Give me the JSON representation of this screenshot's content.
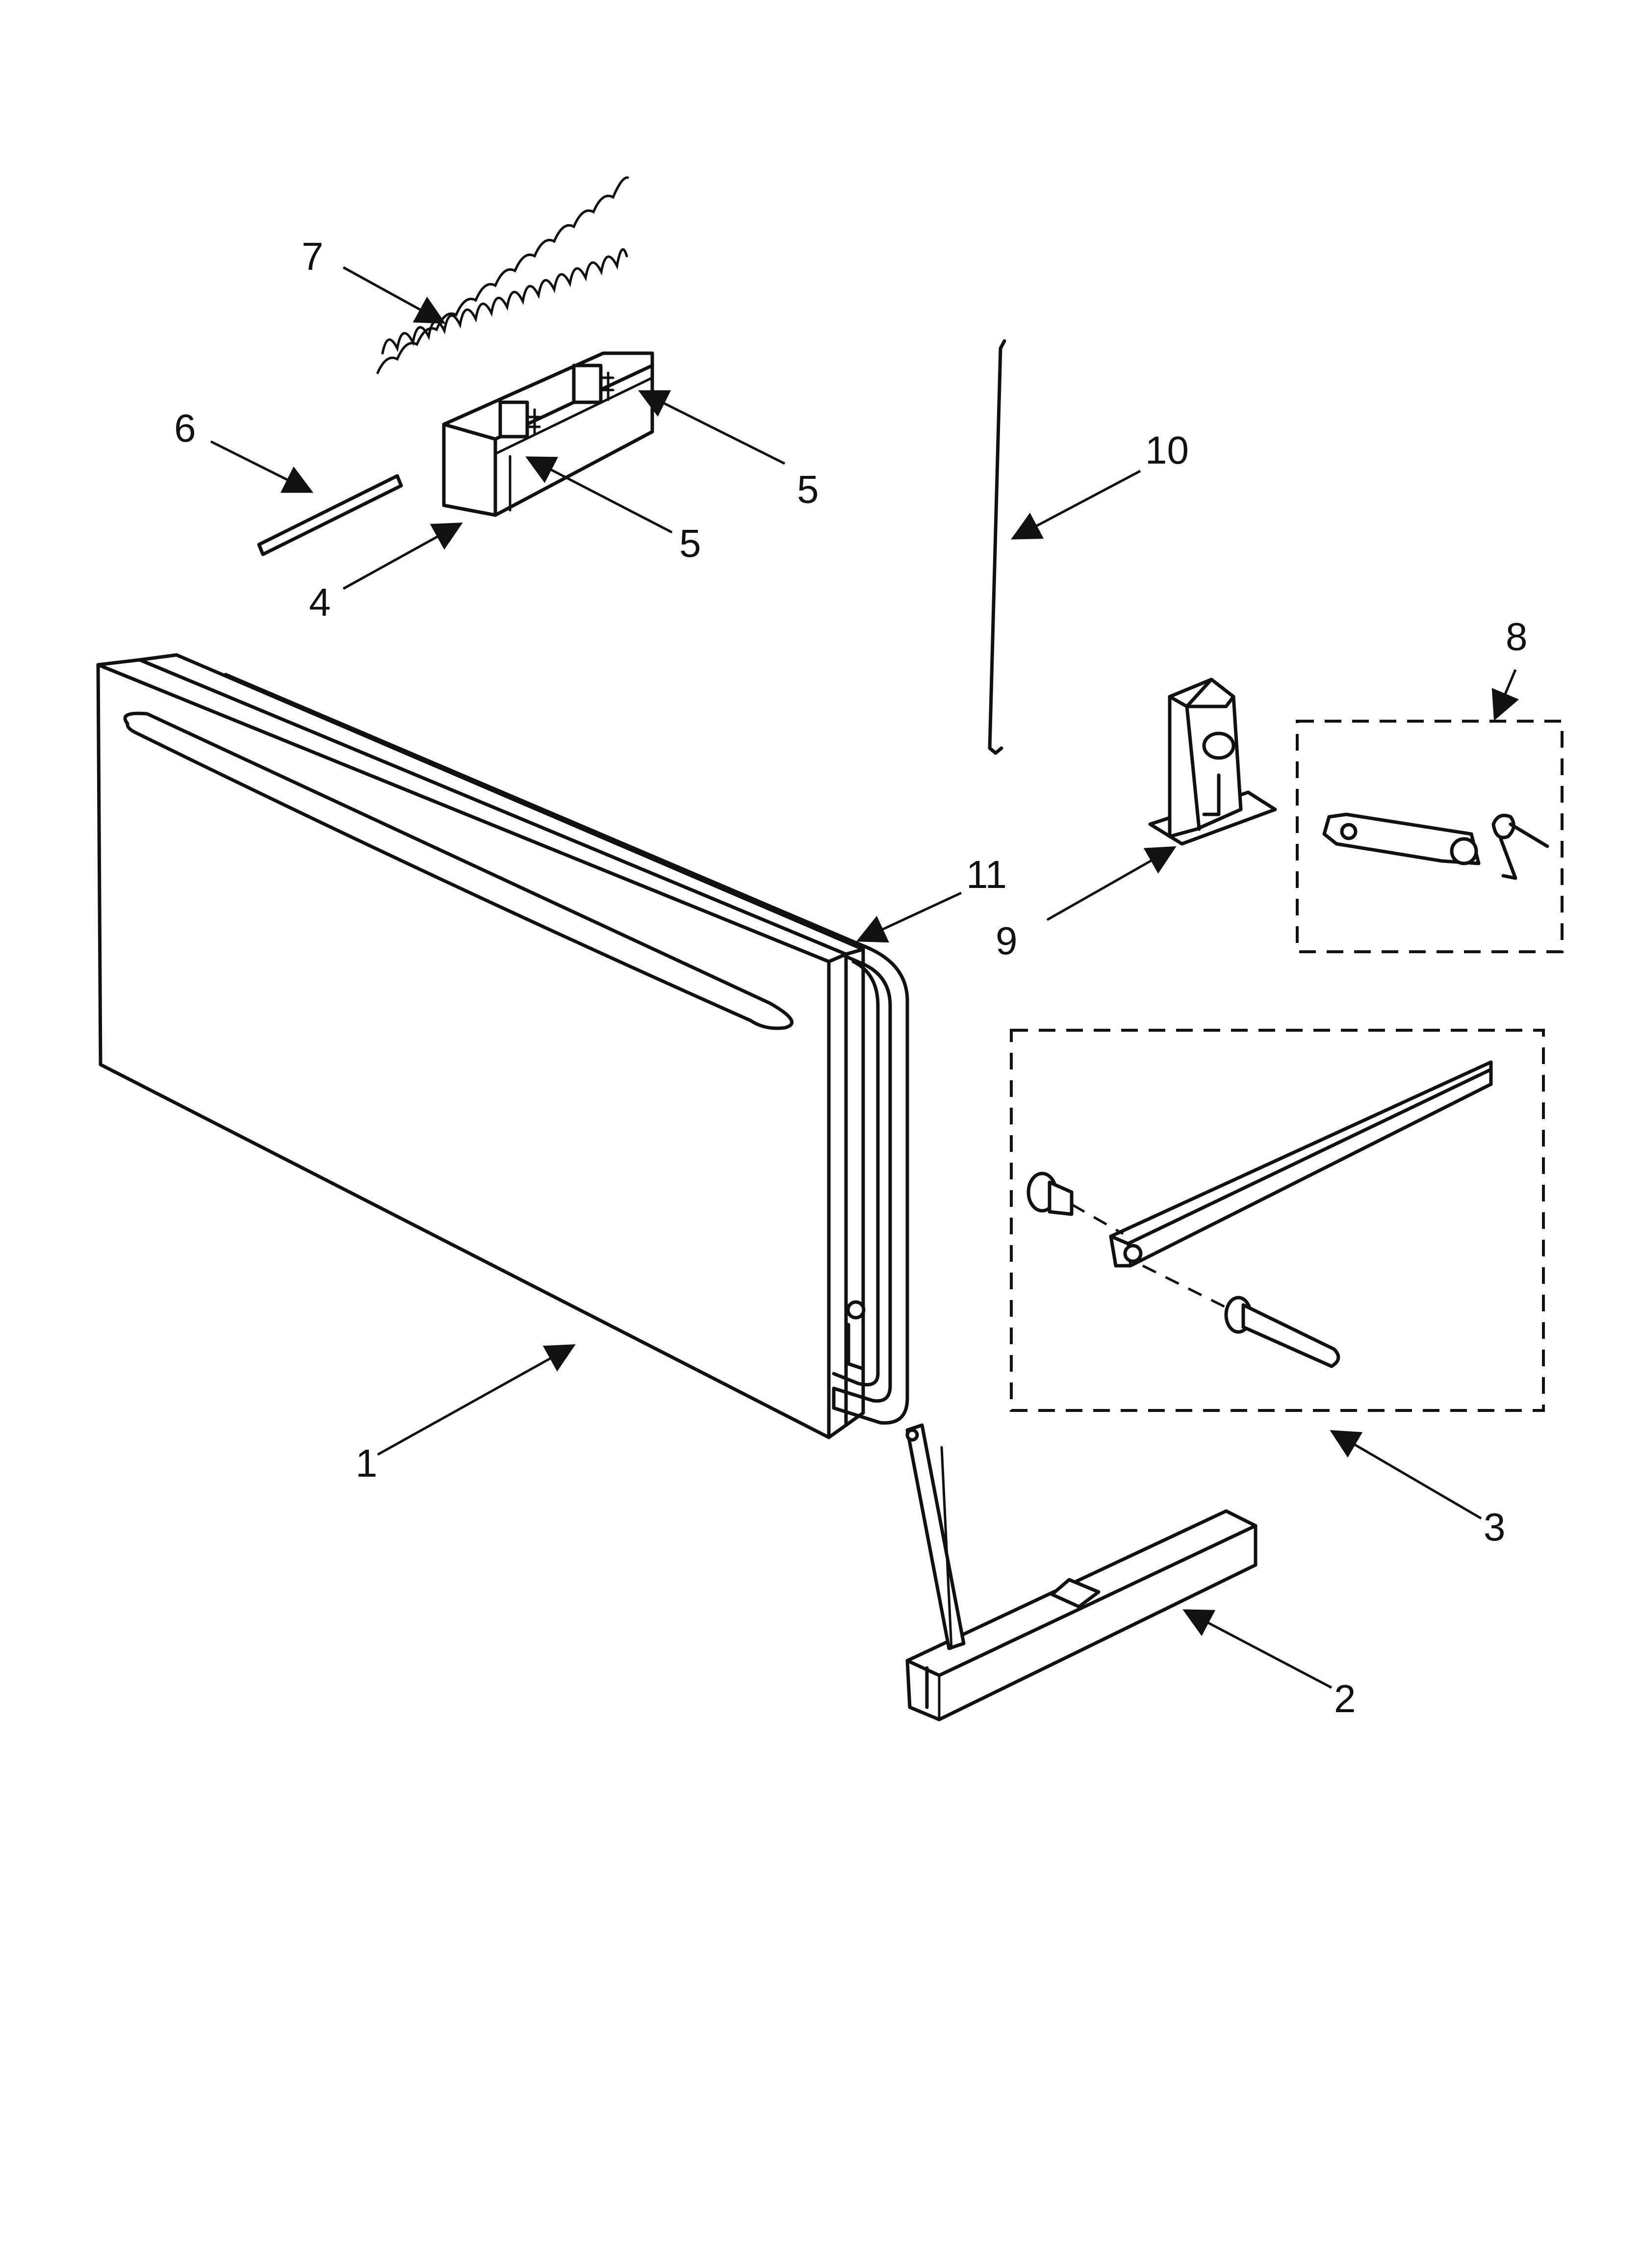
{
  "diagram": {
    "callouts": [
      {
        "id": "1",
        "label": "1"
      },
      {
        "id": "2",
        "label": "2"
      },
      {
        "id": "3",
        "label": "3"
      },
      {
        "id": "4",
        "label": "4"
      },
      {
        "id": "5a",
        "label": "5"
      },
      {
        "id": "5b",
        "label": "5"
      },
      {
        "id": "6",
        "label": "6"
      },
      {
        "id": "7",
        "label": "7"
      },
      {
        "id": "8",
        "label": "8"
      },
      {
        "id": "9",
        "label": "9"
      },
      {
        "id": "10",
        "label": "10"
      },
      {
        "id": "11",
        "label": "11"
      }
    ]
  }
}
